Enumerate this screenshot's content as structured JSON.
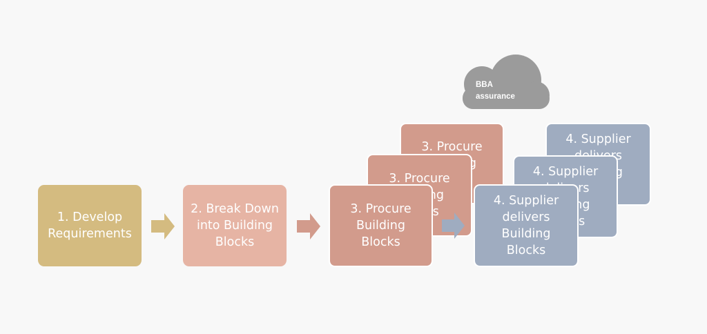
{
  "colors": {
    "background": "#f8f8f8",
    "step1": "#d4bb80",
    "step2": "#e6b4a4",
    "step3": "#d29b8c",
    "step4": "#9facc0",
    "cloud": "#9b9b9b",
    "text": "#ffffff"
  },
  "steps": {
    "develop": "1. Develop\nRequirements",
    "breakdown": "2. Break Down\ninto Building\nBlocks",
    "procure": "3. Procure\nBuilding\nBlocks",
    "supplier": "4. Supplier\ndelivers\nBuilding\nBlocks"
  },
  "cloud": {
    "label": "BBA\nassurance"
  }
}
